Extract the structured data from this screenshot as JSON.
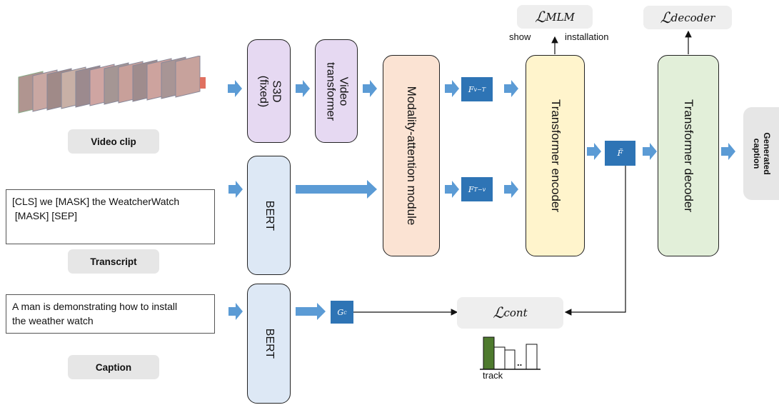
{
  "inputs": {
    "video": {
      "label": "Video clip"
    },
    "transcript": {
      "text": "[CLS] we [MASK] the WeatcherWatch\n [MASK] [SEP]",
      "label": "Transcript"
    },
    "caption": {
      "text": "A man is demonstrating how to install\nthe weather watch",
      "label": "Caption"
    }
  },
  "modules": {
    "s3d": "S3D\n(fixed)",
    "video_transformer": "Video\ntransformer",
    "bert_transcript": "BERT",
    "bert_caption": "BERT",
    "modality_attention": "Modality-attention module",
    "transformer_encoder": "Transformer encoder",
    "transformer_decoder": "Transformer decoder",
    "generated_caption": "Generated\ncaption"
  },
  "features": {
    "fvt": {
      "base": "F",
      "sup": "v−T"
    },
    "ftv": {
      "base": "F",
      "sup": "T−v"
    },
    "fbar": {
      "base": "F̃",
      "sup": ""
    },
    "gc": {
      "base": "G",
      "sup": "c"
    }
  },
  "losses": {
    "mlm": {
      "symbol": "ℒ",
      "sub": "MLM"
    },
    "decoder": {
      "symbol": "ℒ",
      "sub": "decoder"
    },
    "cont": {
      "symbol": "ℒ",
      "sub": "cont"
    }
  },
  "mlm_words": {
    "left": "show",
    "right": "installation"
  },
  "track_label": "track",
  "track_ellipsis": "..",
  "colors": {
    "arrow_blue": "#5b9bd5",
    "feature_blue": "#2e74b5",
    "s3d_fill": "#e6d9f2",
    "bert_fill": "#dde8f5",
    "attention_fill": "#fbe3d3",
    "encoder_fill": "#fff4cc",
    "decoder_fill": "#e2efd9",
    "pill_gray": "#e6e6e6",
    "track_green": "#4e7a2e"
  }
}
